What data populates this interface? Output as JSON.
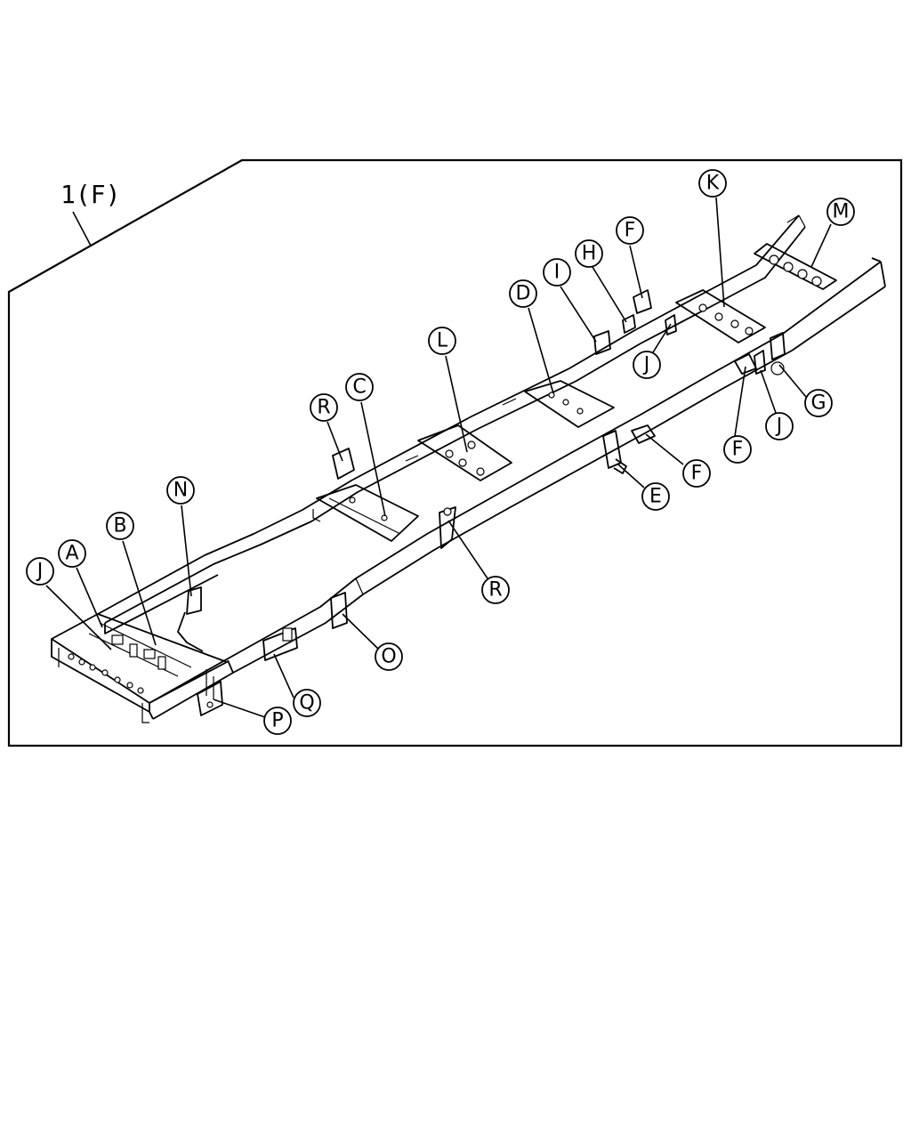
{
  "diagram": {
    "reference_label": "1(F)",
    "callouts": [
      {
        "id": "callout-k",
        "letter": "K"
      },
      {
        "id": "callout-m",
        "letter": "M"
      },
      {
        "id": "callout-f-top",
        "letter": "F"
      },
      {
        "id": "callout-h",
        "letter": "H"
      },
      {
        "id": "callout-i",
        "letter": "I"
      },
      {
        "id": "callout-d",
        "letter": "D"
      },
      {
        "id": "callout-l",
        "letter": "L"
      },
      {
        "id": "callout-j-upper",
        "letter": "J"
      },
      {
        "id": "callout-g",
        "letter": "G"
      },
      {
        "id": "callout-j-right",
        "letter": "J"
      },
      {
        "id": "callout-f-right",
        "letter": "F"
      },
      {
        "id": "callout-f-mid",
        "letter": "F"
      },
      {
        "id": "callout-e",
        "letter": "E"
      },
      {
        "id": "callout-r-upper",
        "letter": "R"
      },
      {
        "id": "callout-c",
        "letter": "C"
      },
      {
        "id": "callout-r-lower",
        "letter": "R"
      },
      {
        "id": "callout-n",
        "letter": "N"
      },
      {
        "id": "callout-b",
        "letter": "B"
      },
      {
        "id": "callout-a",
        "letter": "A"
      },
      {
        "id": "callout-j-left",
        "letter": "J"
      },
      {
        "id": "callout-o",
        "letter": "O"
      },
      {
        "id": "callout-q",
        "letter": "Q"
      },
      {
        "id": "callout-p",
        "letter": "P"
      }
    ]
  }
}
